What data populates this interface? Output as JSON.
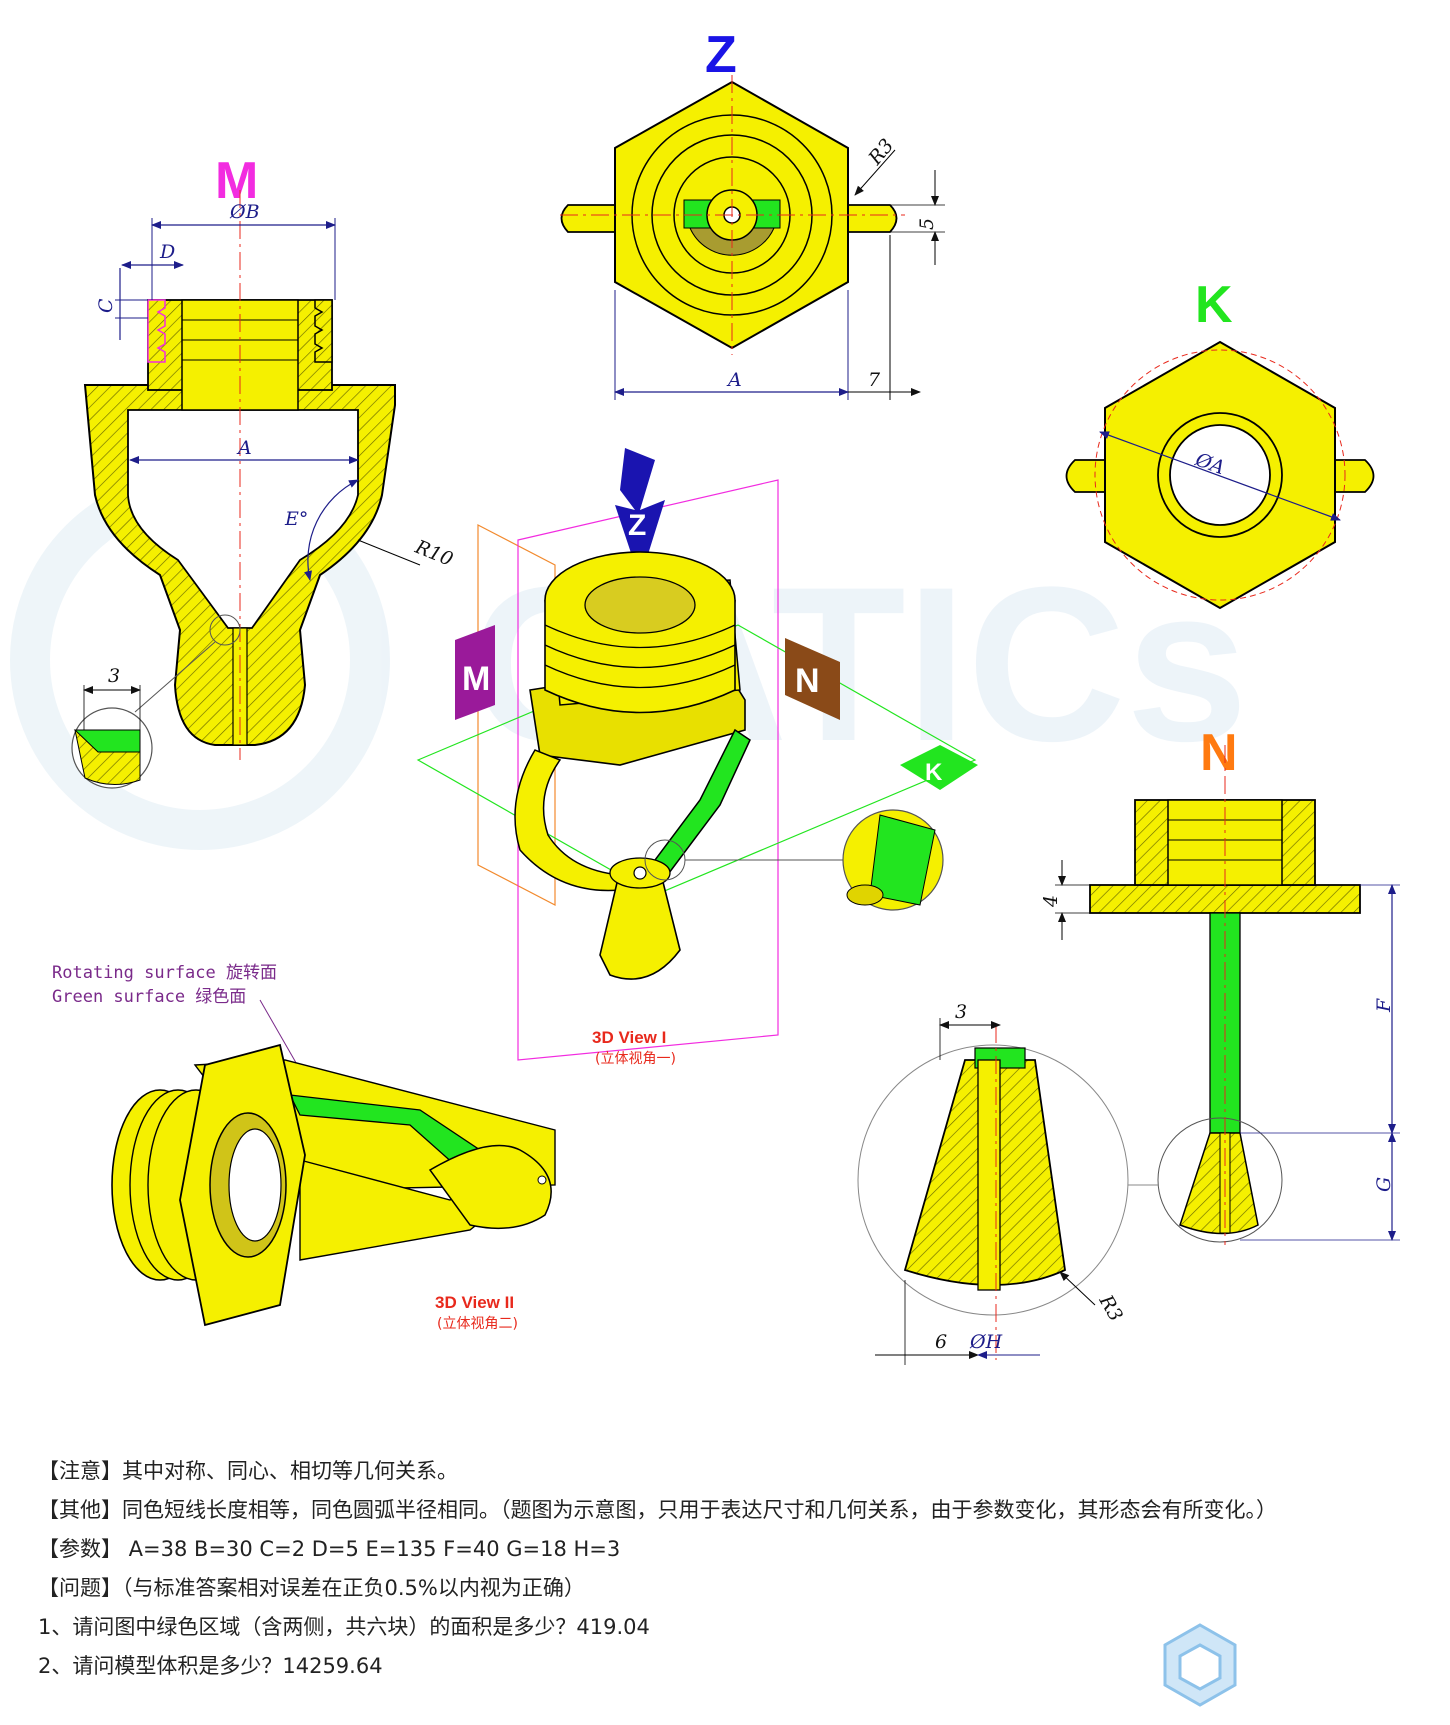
{
  "views": {
    "m": {
      "label": "M",
      "color": "#f22ce0"
    },
    "z": {
      "label": "Z",
      "color": "#1a14e6"
    },
    "k": {
      "label": "K",
      "color": "#22e51f"
    },
    "n": {
      "label": "N",
      "color": "#ff7a10"
    }
  },
  "dims": {
    "phiB": "ØB",
    "D": "D",
    "C": "C",
    "A": "A",
    "E": "E°",
    "R10": "R10",
    "three": "3",
    "R3": "R3",
    "five": "5",
    "seven": "7",
    "phiA": "ØA",
    "four": "4",
    "F": "F",
    "G": "G",
    "six": "6",
    "phiH": "ØH"
  },
  "iso": {
    "m_label": "M",
    "n_label": "N",
    "k_label": "K",
    "z_label": "Z",
    "view1": "3D View I",
    "view1_cn": "(立体视角一)",
    "view2": "3D View II",
    "view2_cn": "(立体视角二)"
  },
  "callout": {
    "line1": "Rotating surface 旋转面",
    "line2": "Green surface 绿色面"
  },
  "notes": {
    "note1": "【注意】其中对称、同心、相切等几何关系。",
    "note2": "【其他】同色短线长度相等，同色圆弧半径相同。（题图为示意图，只用于表达尺寸和几何关系，由于参数变化，其形态会有所变化。）",
    "params": "【参数】 A=38   B=30   C=2   D=5   E=135    F=40   G=18   H=3",
    "question": "【问题】（与标准答案相对误差在正负0.5%以内视为正确）",
    "q1": "1、请问图中绿色区域（含两侧，共六块）的面积是多少？419.04",
    "q2": "2、请问模型体积是多少？14259.64"
  },
  "colors": {
    "part": "#f5f000",
    "green": "#22e51f",
    "dim": "#1d1d8a",
    "center": "#e8291c"
  }
}
